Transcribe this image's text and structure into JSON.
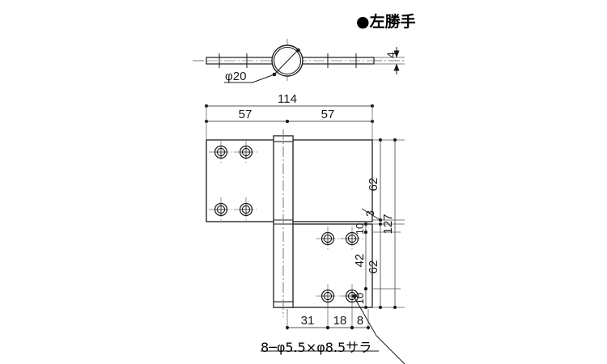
{
  "page": {
    "title": "●左勝手",
    "background_color": "#ffffff",
    "line_color": "#1a1a1a",
    "thin_line_color": "#555555",
    "center_line_color": "#777777"
  },
  "top_view": {
    "hole_label": "φ20",
    "thickness_label": "4"
  },
  "front_view": {
    "width_total": "114",
    "width_left": "57",
    "width_right": "57",
    "height_total": "127",
    "height_upper": "62",
    "gap": "3",
    "height_lower": "62",
    "lower_top_edge": "10",
    "lower_middle": "42",
    "lower_bottom_edge": "10",
    "bottom_dim_a": "31",
    "bottom_dim_b": "18",
    "bottom_dim_c": "8"
  },
  "notes": {
    "hole_spec": "8─φ5.5×φ8.5サラ"
  }
}
